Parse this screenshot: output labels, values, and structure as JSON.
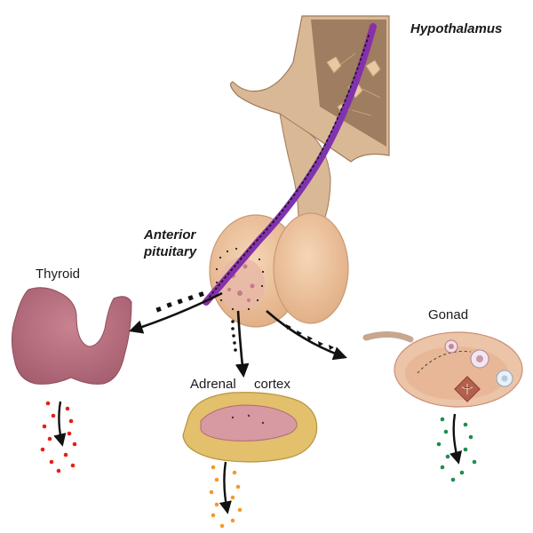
{
  "labels": {
    "hypothalamus": "Hypothalamus",
    "anterior_pituitary_line1": "Anterior",
    "anterior_pituitary_line2": "pituitary",
    "thyroid": "Thyroid",
    "adrenal_word1": "Adrenal",
    "adrenal_word2": "cortex",
    "gonad": "Gonad"
  },
  "colors": {
    "brain_tissue": "#d9b896",
    "brain_dark": "#8a6a4e",
    "gland_peach": "#efc4a0",
    "thyroid_pink": "#b86f7f",
    "adrenal_tan": "#e2c06c",
    "adrenal_inner": "#d79aa2",
    "ovary_skin": "#ecc4a8",
    "vessel_red": "#d21f3c",
    "vessel_blue": "#4a4ad8",
    "dots_red": "#e3201b",
    "dots_orange": "#f29a2e",
    "dots_green": "#1a8f4e",
    "arrow": "#111111"
  }
}
